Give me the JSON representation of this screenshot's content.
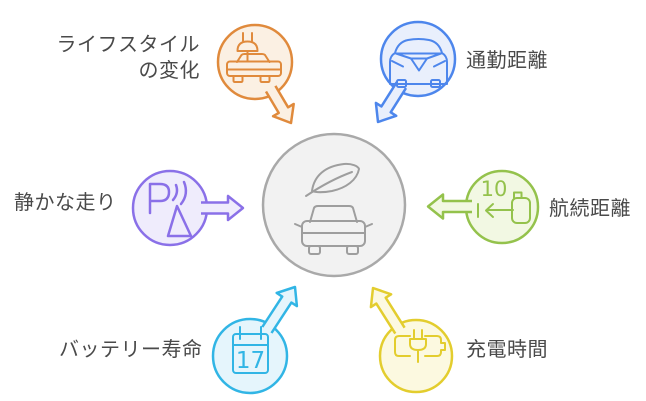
{
  "diagram": {
    "type": "hub-and-spokes",
    "background": "#FFFFFF",
    "text_color": "#4A4A4A",
    "center": {
      "icon": "leaf-car-icon",
      "fill": "#F2F2F2",
      "stroke": "#A9A9A9",
      "icon_stroke": "#9E9E9E"
    },
    "nodes": [
      {
        "id": "lifestyle-change",
        "position": "top-left",
        "label_lines": [
          "ライフスタイル",
          "の変化"
        ],
        "icon": "ev-plug-car-icon",
        "stroke": "#E08A3C",
        "fill": "#FBF0E3",
        "arrow_target": "center"
      },
      {
        "id": "commute-distance",
        "position": "top-right",
        "label": "通勤距離",
        "icon": "car-front-icon",
        "stroke": "#4D86EC",
        "fill": "#E9EFFC",
        "arrow_target": "center"
      },
      {
        "id": "quiet-ride",
        "position": "left",
        "label": "静かな走り",
        "icon": "quiet-parking-sensor-icon",
        "icon_text": "P",
        "stroke": "#8A70E8",
        "fill": "#EFECFC",
        "arrow_target": "center"
      },
      {
        "id": "cruising-range",
        "position": "right",
        "label": "航続距離",
        "icon": "range-arrow-icon",
        "icon_text": "10",
        "stroke": "#94C24C",
        "fill": "#F2F8E3",
        "arrow_target": "center"
      },
      {
        "id": "battery-life",
        "position": "bottom-left",
        "label": "バッテリー寿命",
        "icon": "calendar-icon",
        "icon_text": "17",
        "stroke": "#31B5E5",
        "fill": "#E5F5FC",
        "arrow_target": "center"
      },
      {
        "id": "charging-time",
        "position": "bottom-right",
        "label": "充電時間",
        "icon": "battery-plug-icon",
        "stroke": "#E3CD2E",
        "fill": "#FCF9E0",
        "arrow_target": "center"
      }
    ]
  }
}
